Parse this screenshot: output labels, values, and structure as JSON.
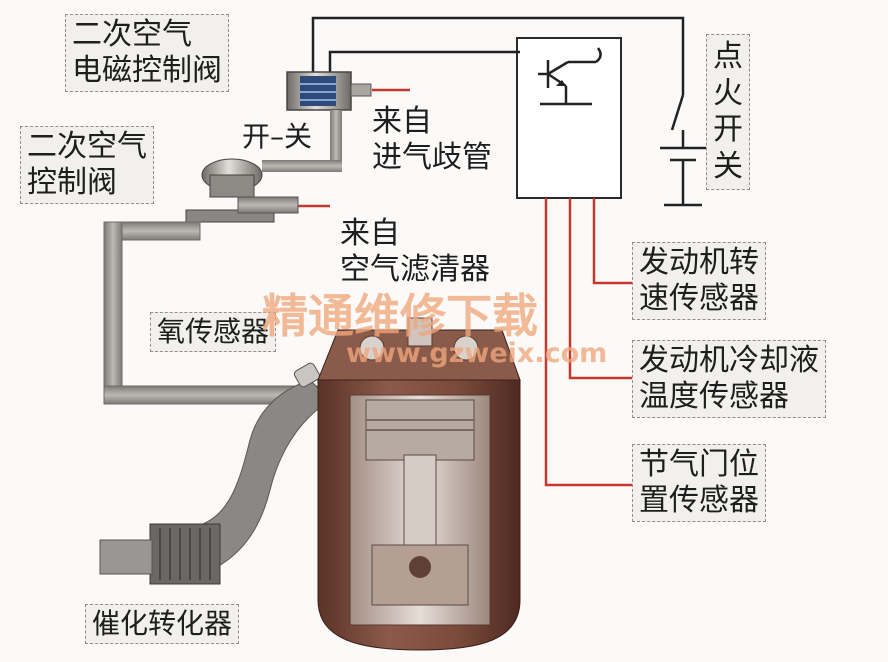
{
  "labels": {
    "secondary_air_solenoid_valve": [
      "二次空气",
      "电磁控制阀"
    ],
    "secondary_air_control_valve": [
      "二次空气",
      "控制阀"
    ],
    "on_off": "开–关",
    "from_intake_manifold": [
      "来自",
      "进气歧管"
    ],
    "from_air_filter": [
      "来自",
      "空气滤清器"
    ],
    "ignition_switch": [
      "点",
      "火",
      "开",
      "关"
    ],
    "engine_speed_sensor": [
      "发动机转",
      "速传感器"
    ],
    "coolant_temp_sensor": [
      "发动机冷却液",
      "温度传感器"
    ],
    "throttle_position_sensor": [
      "节气门位",
      "置传感器"
    ],
    "oxygen_sensor": "氧传感器",
    "catalytic_converter": "催化转化器"
  },
  "watermark": {
    "title": "精通维修下载",
    "url": "www.gzweix.com"
  },
  "colors": {
    "wire_black": "#222222",
    "wire_red": "#c8372f",
    "pipe_gray": "#9b9794",
    "engine_brown": "#7a4a3c",
    "label_bg": "#f1f0ec",
    "watermark": "#f0a77c"
  }
}
